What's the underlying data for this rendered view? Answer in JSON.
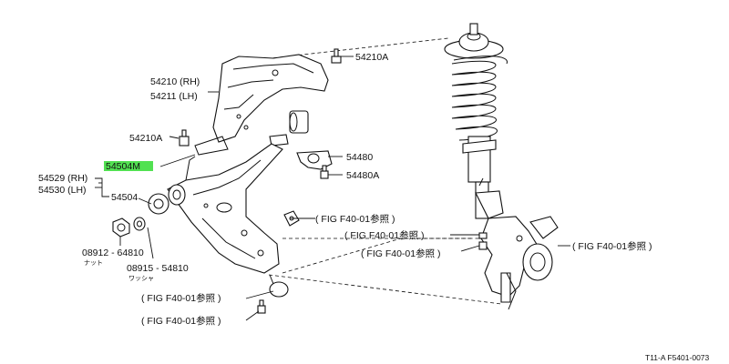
{
  "labels": {
    "bracket_bolt_top": "54210A",
    "bracket_rh": "54210 (RH)",
    "bracket_lh": "54211 (LH)",
    "bracket_bolt_left": "54210A",
    "highlight_part": "54504M",
    "stabilizer_clamp": "54480",
    "clamp_bolt": "54480A",
    "arm_rh": "54529 (RH)",
    "arm_lh": "54530 (LH)",
    "bushing": "54504",
    "nut_code": "08912 - 64810",
    "nut_jp": "ナット",
    "washer_code": "08915 - 54810",
    "washer_jp": "ワッシャ",
    "fig_ref_1": "( FIG  F40-01参照 )",
    "fig_ref_2": "( FIG  F40-01参照 )",
    "fig_ref_3": "( FIG  F40-01参照 )",
    "fig_ref_4": "( FIG  F40-01参照 )",
    "fig_ref_5": "( FIG  F40-01参照 )",
    "fig_ref_6": "( FIG  F40-01参照 )",
    "footer_code": "T11-A  F5401-0073"
  },
  "colors": {
    "highlight": "#52e152",
    "ink": "#111111",
    "background": "#ffffff"
  }
}
